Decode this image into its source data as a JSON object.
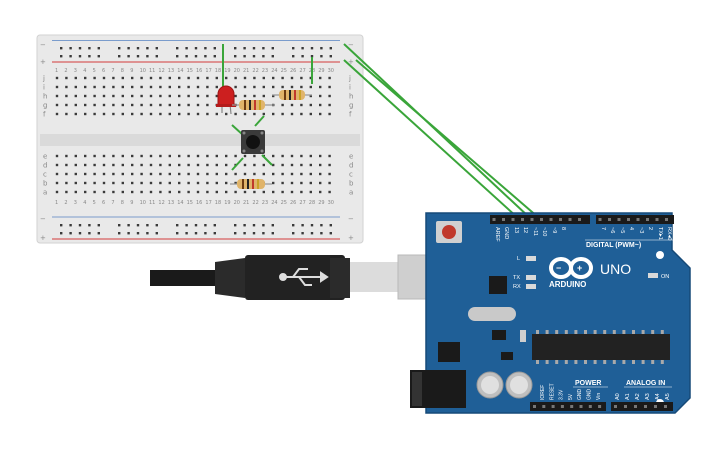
{
  "breadboard": {
    "rail_plus": "+",
    "rail_minus": "−",
    "row_labels_top": [
      "a",
      "b",
      "c",
      "d",
      "e"
    ],
    "row_labels_bottom": [
      "f",
      "g",
      "h",
      "i",
      "j"
    ],
    "columns": 30
  },
  "arduino": {
    "brand": "ARDUINO",
    "model": "UNO",
    "digital_header": "DIGITAL (PWM~)",
    "power_header": "POWER",
    "analog_header": "ANALOG IN",
    "on_label": "ON",
    "led_l": "L",
    "led_tx": "TX",
    "led_rx": "RX",
    "digital_pins": [
      "AREF",
      "GND",
      "13",
      "12",
      "~11",
      "~10",
      "~9",
      "8",
      "7",
      "~6",
      "~5",
      "4",
      "~3",
      "2",
      "TX▸1",
      "RX◂0"
    ],
    "power_pins": [
      "IOREF",
      "RESET",
      "3.3V",
      "5V",
      "GND",
      "GND",
      "Vin"
    ],
    "analog_pins": [
      "A0",
      "A1",
      "A2",
      "A3",
      "A4",
      "A5"
    ]
  },
  "colors": {
    "board": "#1f5f97",
    "board_edge": "#164a78",
    "wire": "#3aa53a",
    "rail_red": "#d33c3c",
    "rail_blue": "#3a66b0",
    "led": "#cc1f1f"
  },
  "icons": {
    "usb": "usb-icon",
    "arduino_logo": "arduino-infinity-icon"
  }
}
